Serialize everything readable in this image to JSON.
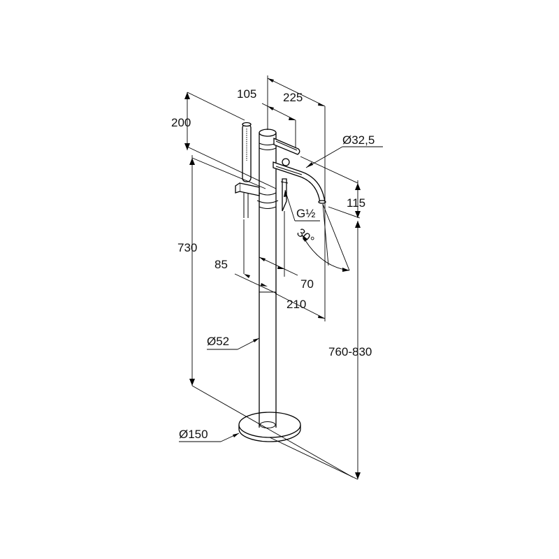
{
  "dimensions": {
    "d105": "105",
    "d225": "225",
    "d200": "200",
    "d_dia32_5": "Ø32,5",
    "d115": "115",
    "d_g_half": "G½",
    "d_angle30": "30°",
    "d730": "730",
    "d85": "85",
    "d70": "70",
    "d210": "210",
    "d_dia52": "Ø52",
    "d760_830": "760-830",
    "d_dia150": "Ø150"
  },
  "colors": {
    "line": "#000000",
    "background": "#ffffff"
  }
}
